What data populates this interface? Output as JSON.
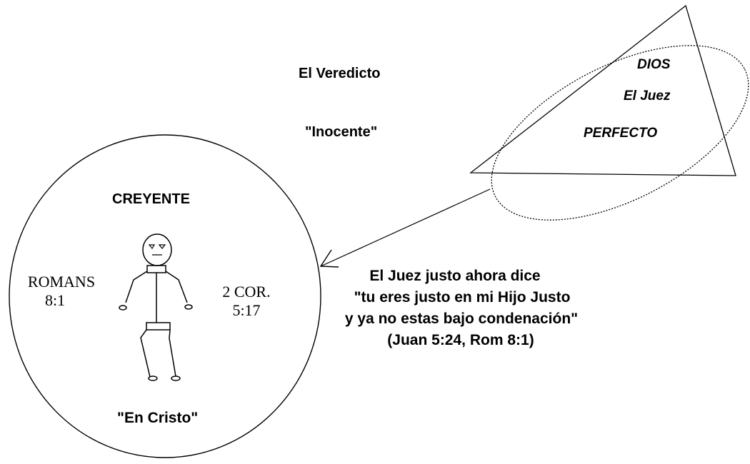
{
  "verdict": {
    "heading": "El Veredicto",
    "verdict_word": "\"Inocente\""
  },
  "god": {
    "name": "DIOS",
    "role": "El Juez",
    "attribute": "PERFECTO"
  },
  "believer": {
    "title": "CREYENTE",
    "left_ref_line1": "ROMANS",
    "left_ref_line2": "8:1",
    "right_ref_line1": "2 COR.",
    "right_ref_line2": "5:17",
    "status": "\"En Cristo\""
  },
  "judgment": {
    "line1": "El Juez justo ahora dice",
    "line2": "\"tu eres justo en mi Hijo Justo",
    "line3": "y ya no estas bajo condenación\"",
    "line4": "(Juan 5:24, Rom 8:1)"
  }
}
